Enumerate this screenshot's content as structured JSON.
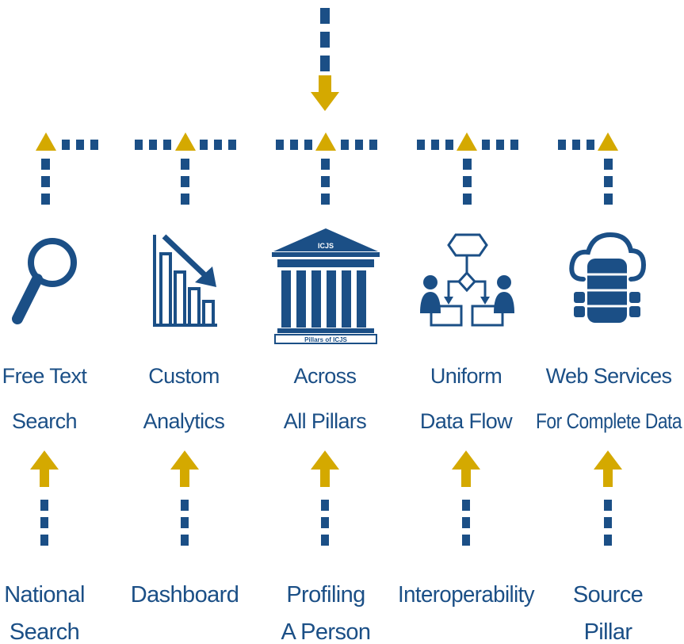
{
  "colors": {
    "blue": "#1b4f86",
    "label": "#1b4f86",
    "gold": "#d4a900",
    "background": "#ffffff"
  },
  "pillar_plate": {
    "top_text": "ICJS",
    "base_text": "Pillars of ICJS"
  },
  "features": [
    {
      "icon": "magnifier-icon",
      "line1": "Free Text",
      "line2": "Search"
    },
    {
      "icon": "bar-chart-icon",
      "line1": "Custom",
      "line2": "Analytics"
    },
    {
      "icon": "pillars-building-icon",
      "line1": "Across",
      "line2": "All Pillars"
    },
    {
      "icon": "data-flow-icon",
      "line1": "Uniform",
      "line2": "Data Flow"
    },
    {
      "icon": "cloud-database-icon",
      "line1": "Web Services",
      "line2": "For Complete Data"
    }
  ],
  "sources": [
    {
      "line1": "National",
      "line2": "Search"
    },
    {
      "line1": "Dashboard",
      "line2": ""
    },
    {
      "line1": "Profiling",
      "line2": "A Person"
    },
    {
      "line1": "Interoperability",
      "line2": ""
    },
    {
      "line1": "Source",
      "line2": "Pillar"
    }
  ]
}
